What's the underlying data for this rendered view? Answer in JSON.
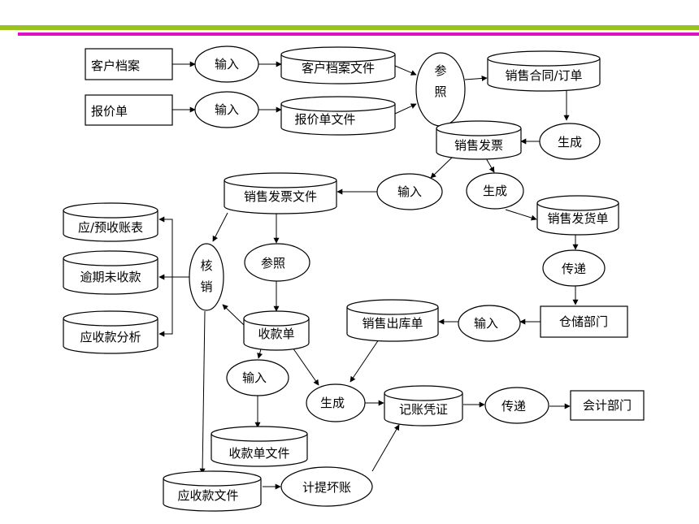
{
  "nodes": {
    "customer_file": "客户档案",
    "input_1": "输入",
    "customer_file_doc": "客户档案文件",
    "refer_1a": "参",
    "refer_1b": "照",
    "sales_contract": "销售合同/订单",
    "quote": "报价单",
    "input_2": "输入",
    "quote_file": "报价单文件",
    "generate_1": "生成",
    "sales_invoice": "销售发票",
    "input_3": "输入",
    "sales_invoice_file": "销售发票文件",
    "generate_2": "生成",
    "delivery_note": "销售发货单",
    "ar_table": "应/预收账表",
    "verify_a": "核",
    "verify_b": "销",
    "refer_2": "参照",
    "overdue": "逾期未收款",
    "transfer_1": "传递",
    "warehouse": "仓储部门",
    "input_4": "输入",
    "outbound_note": "销售出库单",
    "receipt": "收款单",
    "ar_analysis": "应收款分析",
    "input_5": "输入",
    "generate_3": "生成",
    "voucher": "记账凭证",
    "transfer_2": "传递",
    "accounting": "会计部门",
    "receipt_file": "收款单文件",
    "ar_file": "应收款文件",
    "bad_debt": "计提坏账"
  }
}
